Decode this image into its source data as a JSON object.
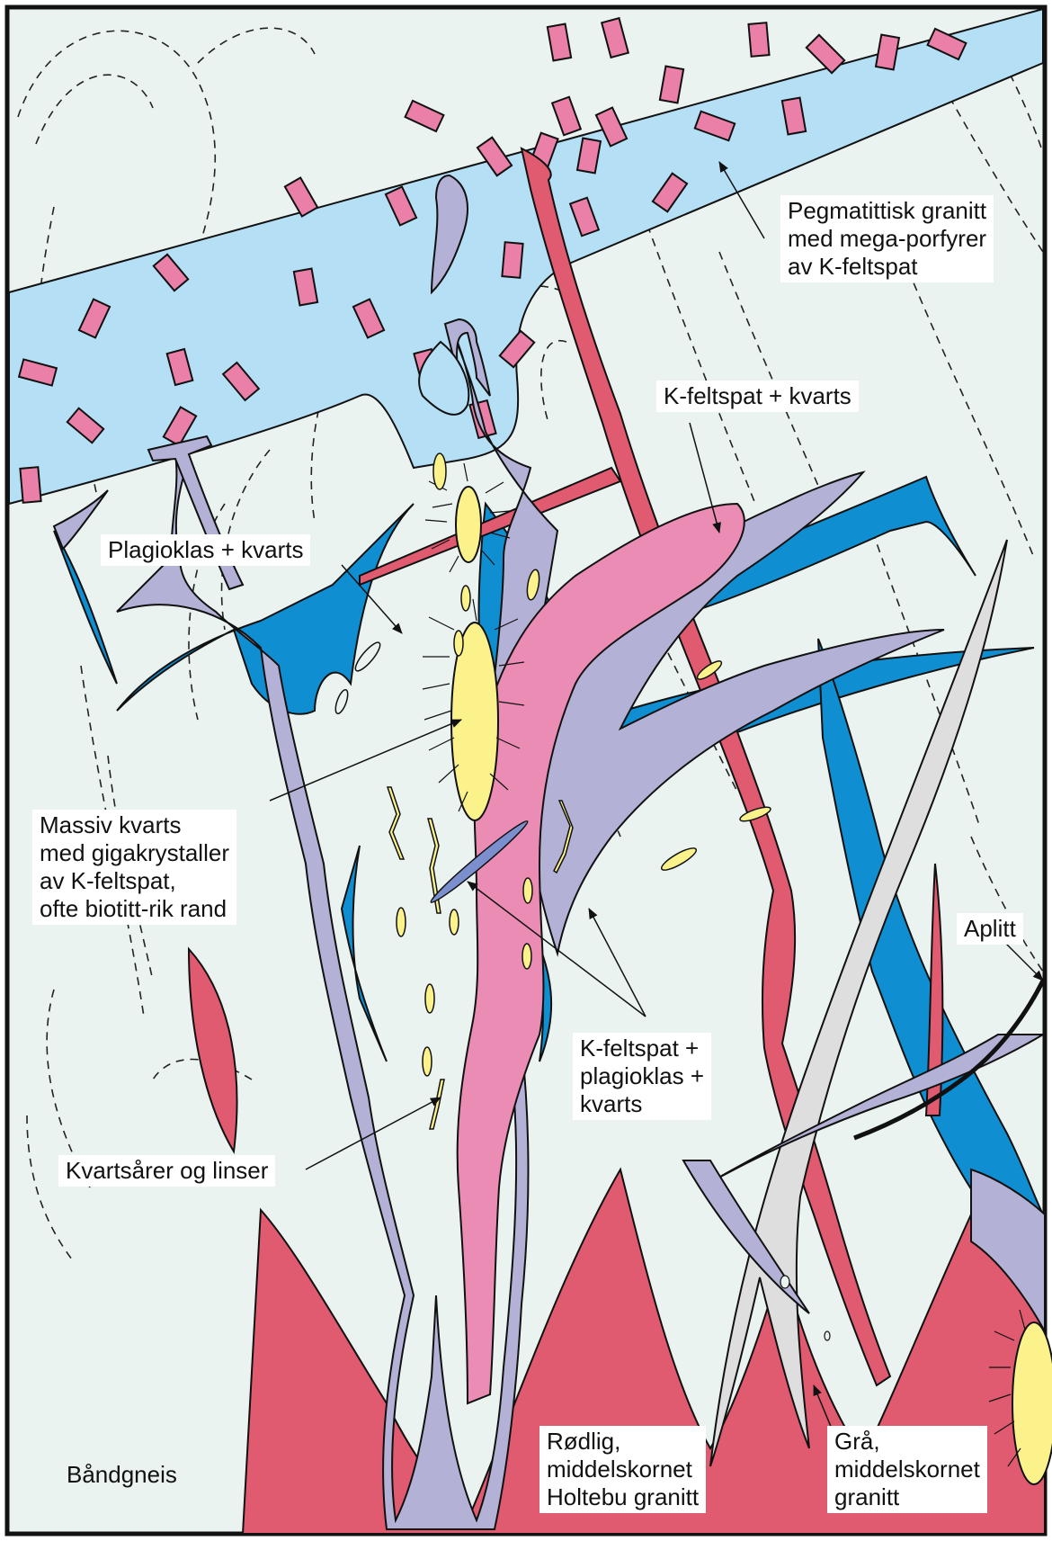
{
  "title": "",
  "colors": {
    "band_gneiss": "#eaf3ef",
    "pegmatite_dyke": "#b5dff5",
    "megacrysts": "#ea7fa7",
    "plagioclase_quartz": "#0f8fd1",
    "kfeldspar_plag_quartz": "#b4b1d6",
    "massive_quartz": "#fbf28c",
    "kfeldspar_quartz": "#ea8cb3",
    "red_granite": "#e05a70",
    "grey_granite": "#dedede",
    "aplite": "#111111"
  },
  "labels": {
    "pegmatite": [
      "Pegmatittisk granitt",
      "med mega-porfyrer",
      "av K-feltspat"
    ],
    "kfeldspar_quartz": "K-feltspat + kvarts",
    "plagioclase_quartz": "Plagioklas + kvarts",
    "massive_quartz": [
      "Massiv kvarts",
      "med gigakrystaller",
      "av K-feltspat,",
      "ofte biotitt-rik rand"
    ],
    "aplite": "Aplitt",
    "kfeldspar_plag_quartz": [
      "K-feltspat +",
      "plagioklas +",
      "kvarts"
    ],
    "quartz_veins": "Kvartsårer og linser",
    "band_gneiss": "Båndgneis",
    "red_granite": [
      "Rødlig,",
      "middelskornet",
      "Holtebu granitt"
    ],
    "grey_granite": [
      "Grå,",
      "middelskornet",
      "granitt"
    ]
  }
}
